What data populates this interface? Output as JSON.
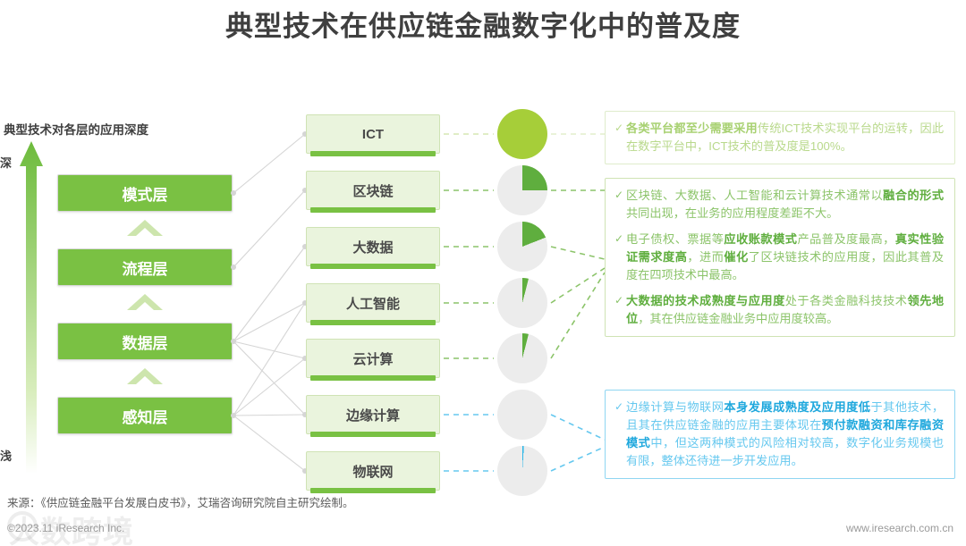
{
  "title": "典型技术在供应链金融数字化中的普及度",
  "left_panel": {
    "heading": "典型技术对各层的应用深度",
    "axis": {
      "top_label": "深",
      "bottom_label": "浅"
    },
    "layers": [
      {
        "label": "模式层"
      },
      {
        "label": "流程层"
      },
      {
        "label": "数据层"
      },
      {
        "label": "感知层"
      }
    ]
  },
  "technologies": [
    {
      "label": "ICT"
    },
    {
      "label": "区块链"
    },
    {
      "label": "大数据"
    },
    {
      "label": "人工智能"
    },
    {
      "label": "云计算"
    },
    {
      "label": "边缘计算"
    },
    {
      "label": "物联网"
    }
  ],
  "notes": [
    {
      "id": "note-ict",
      "color": "#b9d98c",
      "bullets": [
        [
          {
            "t": "各类平台都至少需要采用",
            "b": true
          },
          {
            "t": "传统ICT技术实现平台的运转，因此在数字平台中，ICT技术的普及度是100%。",
            "b": false
          }
        ]
      ]
    },
    {
      "id": "note-middle",
      "color": "#8cc46a",
      "bullets": [
        [
          {
            "t": "区块链、大数据、人工智能和云计算技术通常以",
            "b": false
          },
          {
            "t": "融合的形式",
            "b": true
          },
          {
            "t": "共同出现，在业务的应用程度差距不大。",
            "b": false
          }
        ],
        [
          {
            "t": "电子债权、票据等",
            "b": false
          },
          {
            "t": "应收账款模式",
            "b": true
          },
          {
            "t": "产品普及度最高，",
            "b": false
          },
          {
            "t": "真实性验证需求度高",
            "b": true
          },
          {
            "t": "，进而",
            "b": false
          },
          {
            "t": "催化",
            "b": true
          },
          {
            "t": "了区块链技术的应用度，因此其普及度在四项技术中最高。",
            "b": false
          }
        ],
        [
          {
            "t": "大数据的技术成熟度与应用度",
            "b": true
          },
          {
            "t": "处于各类金融科技技术",
            "b": false
          },
          {
            "t": "领先地位",
            "b": true
          },
          {
            "t": "，其在供应链金融业务中应用度较高。",
            "b": false
          }
        ]
      ]
    },
    {
      "id": "note-edge",
      "color": "#66c8ef",
      "bullets": [
        [
          {
            "t": "边缘计算与物联网",
            "b": false
          },
          {
            "t": "本身发展成熟度及应用度低",
            "b": true
          },
          {
            "t": "于其他技术，且其在供应链金融的应用主要体现在",
            "b": false
          },
          {
            "t": "预付款融资和库存融资模式",
            "b": true
          },
          {
            "t": "中，但这两种模式的风险相对较高，数字化业务规模也有限，整体还待进一步开发应用。",
            "b": false
          }
        ]
      ]
    }
  ],
  "footer": {
    "source": "来源：《供应链金融平台发展白皮书》，艾瑞咨询研究院自主研究绘制。",
    "copyright": "©2023.11 iResearch Inc.",
    "site": "www.iresearch.com.cn",
    "watermark": "大数跨境"
  },
  "chart_data": {
    "type": "pie",
    "title": "典型技术在供应链金融数字化中的普及度",
    "unit": "%",
    "track_color": "#ececec",
    "categories": [
      "ICT",
      "区块链",
      "大数据",
      "人工智能",
      "云计算",
      "边缘计算",
      "物联网"
    ],
    "values": [
      100,
      25,
      19,
      4,
      4,
      0,
      1
    ],
    "colors": [
      "#a6ce39",
      "#5fae3e",
      "#5fae3e",
      "#5fae3e",
      "#5fae3e",
      "#29b6e8",
      "#29b6e8"
    ],
    "notes": "各技术在数字化供应链金融平台中的普及度占比（扇形按顺时针自12点方向起算）"
  }
}
